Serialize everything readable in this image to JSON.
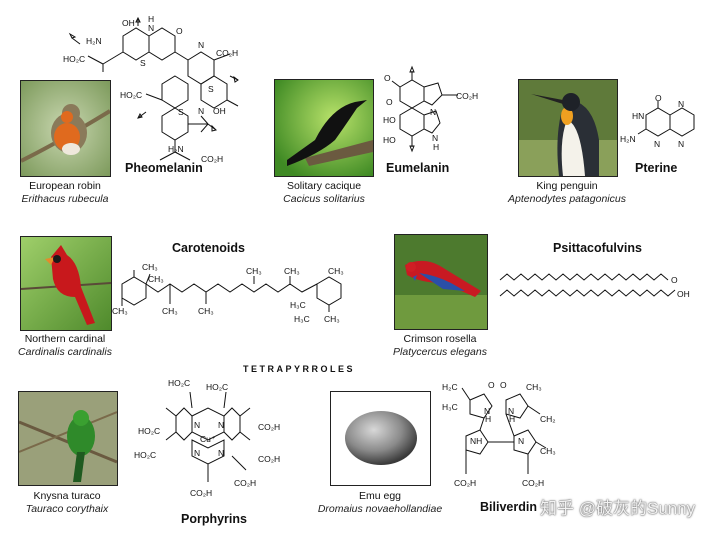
{
  "colors": {
    "ink": "#111111",
    "background": "#ffffff"
  },
  "pigments": {
    "pheomelanin": {
      "name": "Pheomelanin",
      "bird_common": "European robin",
      "bird_scientific": "Erithacus rubecula",
      "labels": [
        "OH",
        "H",
        "N",
        "O",
        "H₂N",
        "HO₂C",
        "S",
        "N",
        "CO₂H",
        "S",
        "HO₂C",
        "S",
        "N",
        "OH",
        "H₂N",
        "CO₂H"
      ]
    },
    "eumelanin": {
      "name": "Eumelanin",
      "bird_common": "Solitary cacique",
      "bird_scientific": "Cacicus solitarius",
      "labels": [
        "O",
        "O",
        "N",
        "H",
        "CO₂H",
        "HO",
        "HO",
        "N",
        "H"
      ]
    },
    "pterine": {
      "name": "Pterine",
      "bird_common": "King penguin",
      "bird_scientific": "Aptenodytes patagonicus",
      "labels": [
        "O",
        "HN",
        "N",
        "H₂N",
        "N",
        "N"
      ]
    },
    "carotenoids": {
      "name": "Carotenoids",
      "bird_common": "Northern cardinal",
      "bird_scientific": "Cardinalis cardinalis",
      "labels": [
        "CH₃",
        "CH₃",
        "CH₃",
        "CH₃",
        "CH₃",
        "CH₃",
        "CH₃",
        "CH₃",
        "H₃C",
        "H₃C",
        "CH₃"
      ]
    },
    "psittacofulvins": {
      "name": "Psittacofulvins",
      "bird_common": "Crimson rosella",
      "bird_scientific": "Platycercus elegans",
      "labels": [
        "O",
        "OH"
      ]
    },
    "porphyrins": {
      "name": "Porphyrins",
      "bird_common": "Knysna turaco",
      "bird_scientific": "Tauraco corythaix",
      "labels": [
        "HO₂C",
        "HO₂C",
        "HO₂C",
        "CO₂H",
        "Cu⁺",
        "HO₂C",
        "CO₂H",
        "CO₂H",
        "CO₂H",
        "N",
        "N",
        "N",
        "N"
      ]
    },
    "biliverdin": {
      "name": "Biliverdin",
      "bird_common": "Emu egg",
      "bird_scientific": "Dromaius novaehollandiae",
      "labels": [
        "H₂C",
        "O",
        "O",
        "CH₃",
        "H₃C",
        "N",
        "H",
        "N",
        "H",
        "CH₂",
        "NH",
        "N",
        "CH₃",
        "CO₂H",
        "CO₂H"
      ]
    }
  },
  "section_heading": "TETRAPYRROLES",
  "watermark": "知乎 @破灰的Sunny"
}
